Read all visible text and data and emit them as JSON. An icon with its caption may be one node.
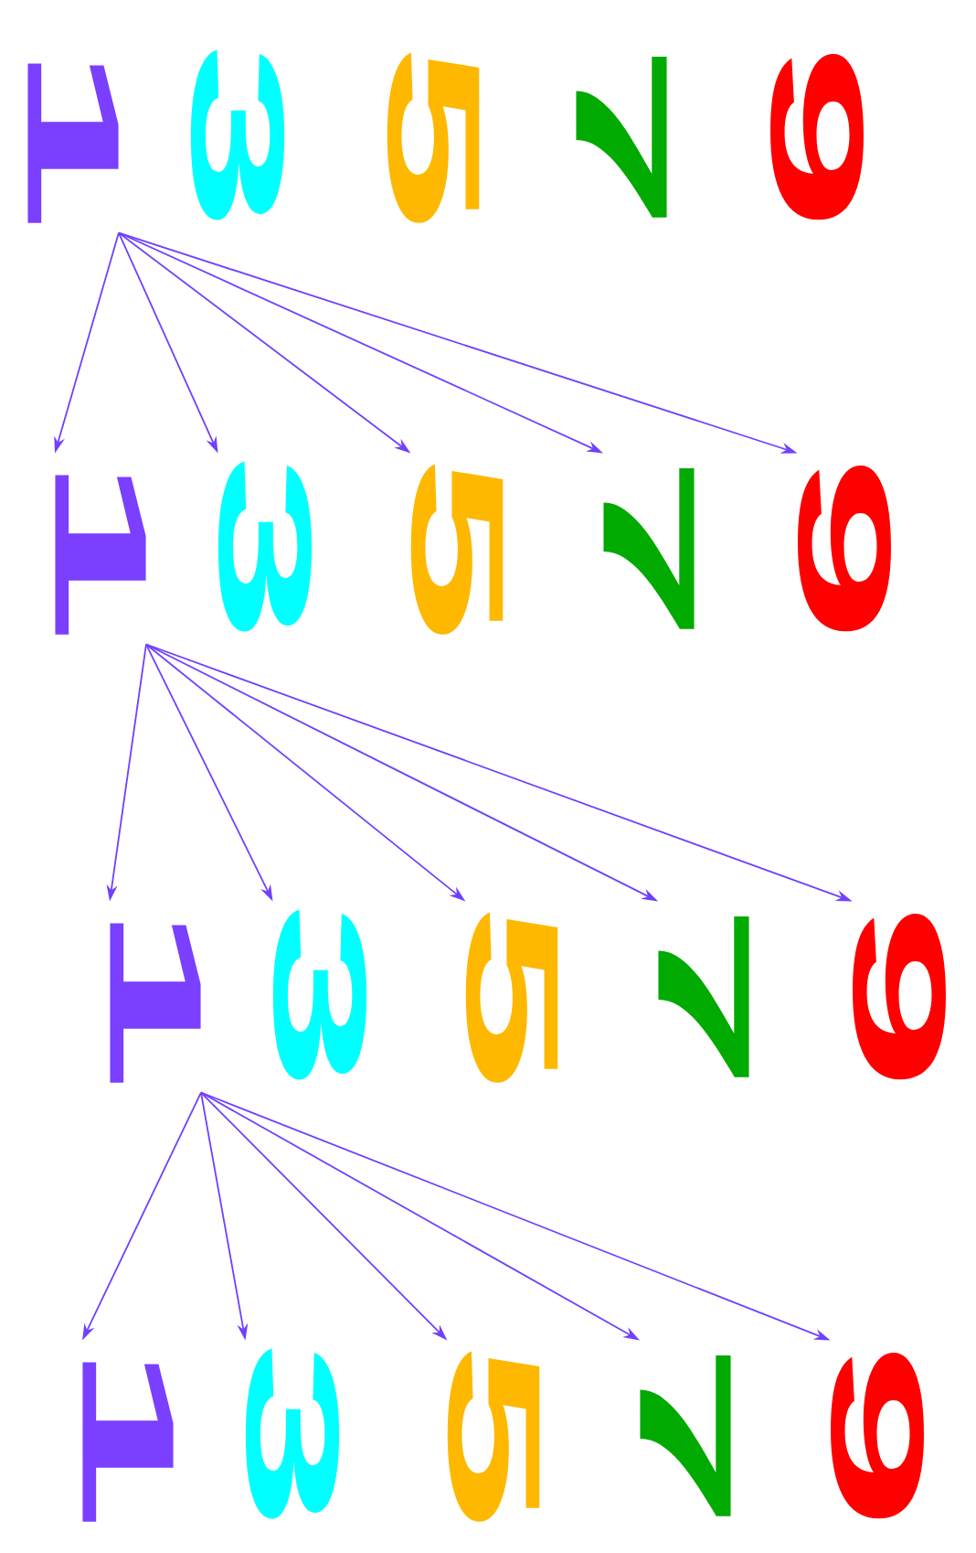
{
  "diagram": {
    "nodes": [
      {
        "text": [
          "1"
        ]
      },
      {
        "text": [
          "3"
        ]
      },
      {
        "text": [
          "5"
        ]
      },
      {
        "text": [
          "7"
        ]
      },
      {
        "text": [
          "9"
        ]
      },
      {
        "text": [
          "1"
        ]
      },
      {
        "text": [
          "3"
        ]
      },
      {
        "text": [
          "5"
        ]
      },
      {
        "text": [
          "7"
        ]
      },
      {
        "text": [
          "9"
        ]
      },
      {
        "text": [
          "1"
        ]
      },
      {
        "text": [
          "3"
        ]
      },
      {
        "text": [
          "5"
        ]
      },
      {
        "text": [
          "7"
        ]
      },
      {
        "text": [
          "9"
        ]
      },
      {
        "text": [
          "1"
        ]
      },
      {
        "text": [
          "3"
        ]
      },
      {
        "text": [
          "5"
        ]
      },
      {
        "text": [
          "7"
        ]
      },
      {
        "text": [
          "9"
        ]
      }
    ],
    "edges": [
      {
        "from": 0,
        "to": 5,
        "arrow": "to"
      },
      {
        "from": 0,
        "to": 6,
        "arrow": "to"
      },
      {
        "from": 0,
        "to": 7,
        "arrow": "to"
      },
      {
        "from": 0,
        "to": 8,
        "arrow": "to"
      },
      {
        "from": 0,
        "to": 9,
        "arrow": "to"
      },
      {
        "from": 5,
        "to": 10,
        "arrow": "to"
      },
      {
        "from": 5,
        "to": 11,
        "arrow": "to"
      },
      {
        "from": 5,
        "to": 12,
        "arrow": "to"
      },
      {
        "from": 5,
        "to": 13,
        "arrow": "to"
      },
      {
        "from": 5,
        "to": 14,
        "arrow": "to"
      },
      {
        "from": 10,
        "to": 15,
        "arrow": "to"
      },
      {
        "from": 10,
        "to": 16,
        "arrow": "to"
      },
      {
        "from": 10,
        "to": 17,
        "arrow": "to"
      },
      {
        "from": 10,
        "to": 18,
        "arrow": "to"
      },
      {
        "from": 10,
        "to": 19,
        "arrow": "to"
      }
    ]
  }
}
